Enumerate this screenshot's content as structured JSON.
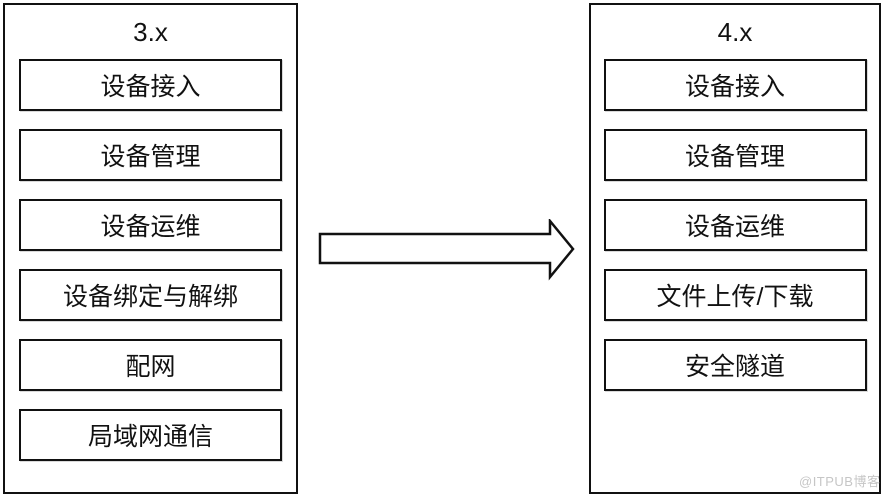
{
  "diagram": {
    "left_panel": {
      "title": "3.x",
      "items": [
        "设备接入",
        "设备管理",
        "设备运维",
        "设备绑定与解绑",
        "配网",
        "局域网通信"
      ]
    },
    "right_panel": {
      "title": "4.x",
      "items": [
        "设备接入",
        "设备管理",
        "设备运维",
        "文件上传/下载",
        "安全隧道"
      ]
    },
    "arrow": {
      "direction": "left-to-right",
      "style": "hollow-block-arrow"
    },
    "colors": {
      "border": "#111111",
      "background": "#ffffff",
      "text": "#111111",
      "watermark": "#c6c6c6"
    }
  },
  "watermark": {
    "text": "@ITPUB博客"
  }
}
